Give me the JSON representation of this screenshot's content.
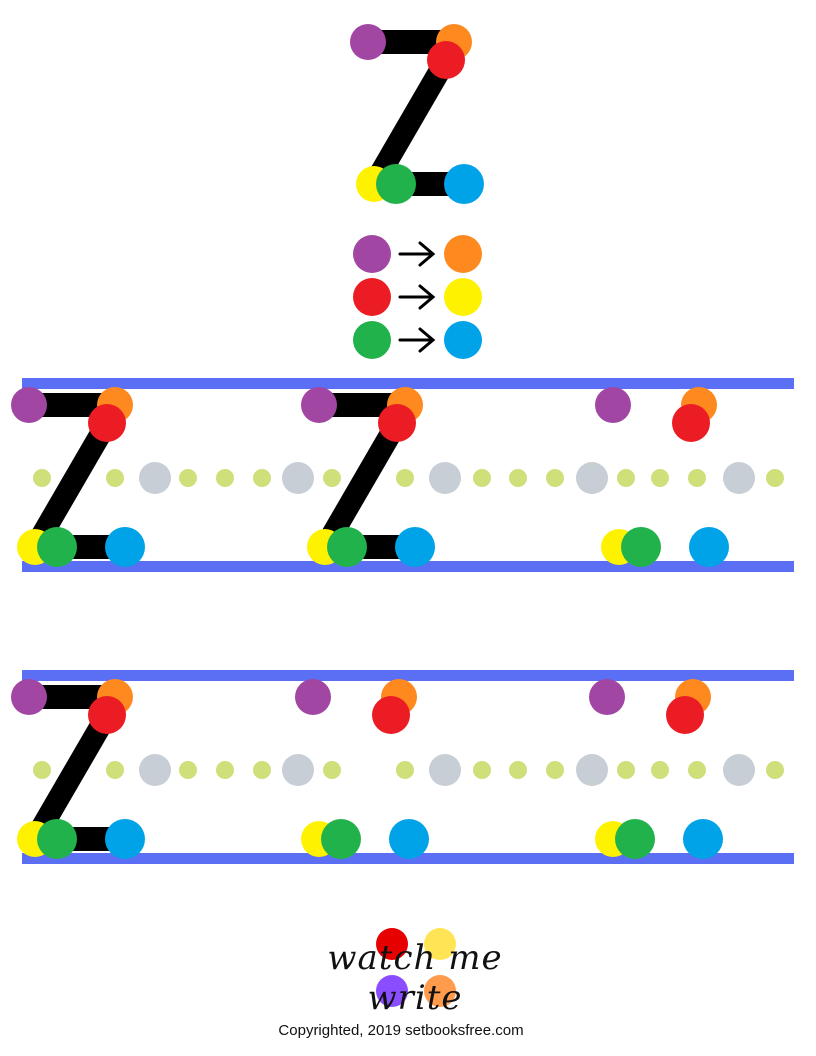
{
  "colors": {
    "purple": "#a146a3",
    "orange": "#fe8a1f",
    "red": "#ec1c24",
    "yellow": "#fff200",
    "green": "#22b24c",
    "blue": "#00a2e8",
    "rule_blue": "#5b6ff5",
    "midline_green": "#cfe07b",
    "midline_gray": "#c8ced6",
    "stroke": "#000000"
  },
  "letter": "z",
  "legend": [
    {
      "from": "purple",
      "to": "orange"
    },
    {
      "from": "red",
      "to": "yellow"
    },
    {
      "from": "green",
      "to": "blue"
    }
  ],
  "practice_rows": [
    {
      "cells": [
        {
          "traced": true
        },
        {
          "traced": true
        },
        {
          "traced": false
        }
      ]
    },
    {
      "cells": [
        {
          "traced": true
        },
        {
          "traced": false
        },
        {
          "traced": false
        }
      ]
    }
  ],
  "logo": {
    "text": "watch me write",
    "dot_colors": [
      "#e60000",
      "#ffe455",
      "#8a4dff",
      "#ff9b4a"
    ]
  },
  "footer": {
    "copyright": "Copyrighted, 2019 setbooksfree.com"
  }
}
